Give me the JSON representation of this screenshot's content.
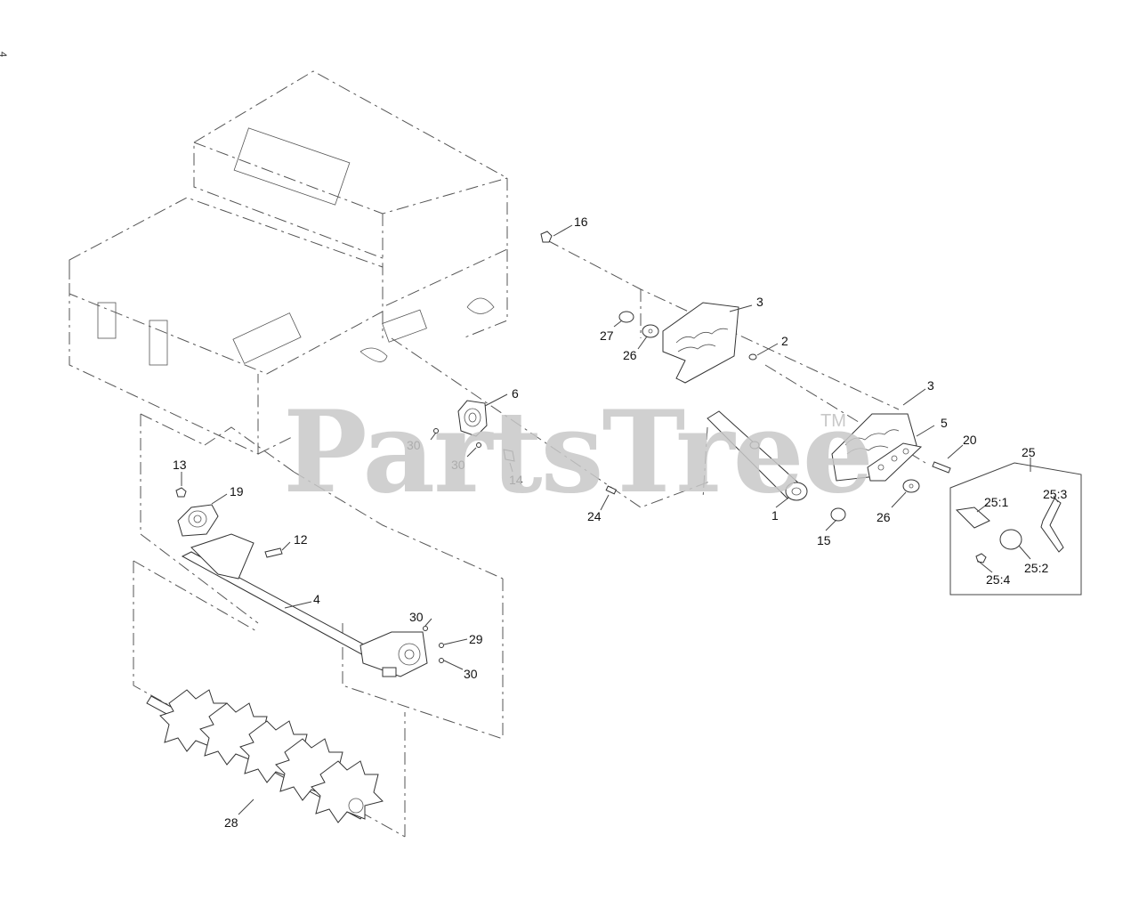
{
  "page_corner_mark": "4",
  "watermark": {
    "text": "PartsTree",
    "tm": "TM"
  },
  "subassembly_box_label": "25",
  "callouts": [
    {
      "id": "c16",
      "label": "16"
    },
    {
      "id": "c3a",
      "label": "3"
    },
    {
      "id": "c27",
      "label": "27"
    },
    {
      "id": "c26a",
      "label": "26"
    },
    {
      "id": "c2",
      "label": "2"
    },
    {
      "id": "c3b",
      "label": "3"
    },
    {
      "id": "c6",
      "label": "6"
    },
    {
      "id": "c5",
      "label": "5"
    },
    {
      "id": "c20",
      "label": "20"
    },
    {
      "id": "c30a",
      "label": "30"
    },
    {
      "id": "c30b",
      "label": "30"
    },
    {
      "id": "c14",
      "label": "14"
    },
    {
      "id": "c13",
      "label": "13"
    },
    {
      "id": "c19",
      "label": "19"
    },
    {
      "id": "c24",
      "label": "24"
    },
    {
      "id": "c1",
      "label": "1"
    },
    {
      "id": "c15",
      "label": "15"
    },
    {
      "id": "c26b",
      "label": "26"
    },
    {
      "id": "c25_1",
      "label": "25:1"
    },
    {
      "id": "c25_3",
      "label": "25:3"
    },
    {
      "id": "c25_2",
      "label": "25:2"
    },
    {
      "id": "c25_4",
      "label": "25:4"
    },
    {
      "id": "c12",
      "label": "12"
    },
    {
      "id": "c4",
      "label": "4"
    },
    {
      "id": "c30c",
      "label": "30"
    },
    {
      "id": "c29",
      "label": "29"
    },
    {
      "id": "c30d",
      "label": "30"
    },
    {
      "id": "c28",
      "label": "28"
    }
  ]
}
